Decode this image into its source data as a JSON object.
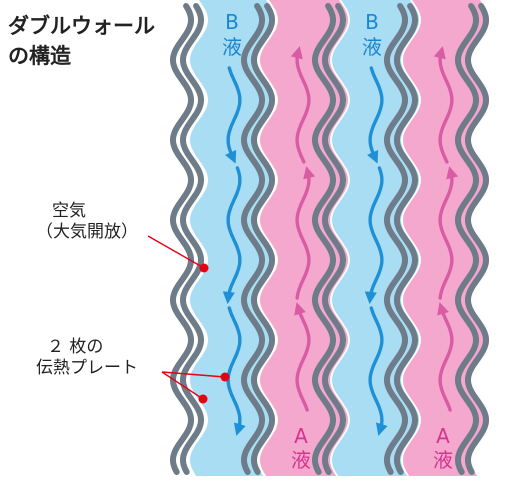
{
  "title": {
    "line1": "ダブルウォール",
    "line2": "の構造"
  },
  "labels": {
    "air_line1": "空気",
    "air_line2": "（大気開放）",
    "plates_line1": "２ 枚の",
    "plates_line2": "伝熱プレート"
  },
  "fluids": {
    "b": {
      "letter": "B",
      "kanji": "液",
      "flow": "down"
    },
    "a": {
      "letter": "A",
      "kanji": "液",
      "flow": "up"
    }
  },
  "colors": {
    "fluid_b": "#a9ddf4",
    "fluid_a": "#f4a8ce",
    "arrow_b": "#1f8fd6",
    "arrow_a": "#d85ba4",
    "plate": "#6e7b88",
    "leader": "#e60012"
  }
}
